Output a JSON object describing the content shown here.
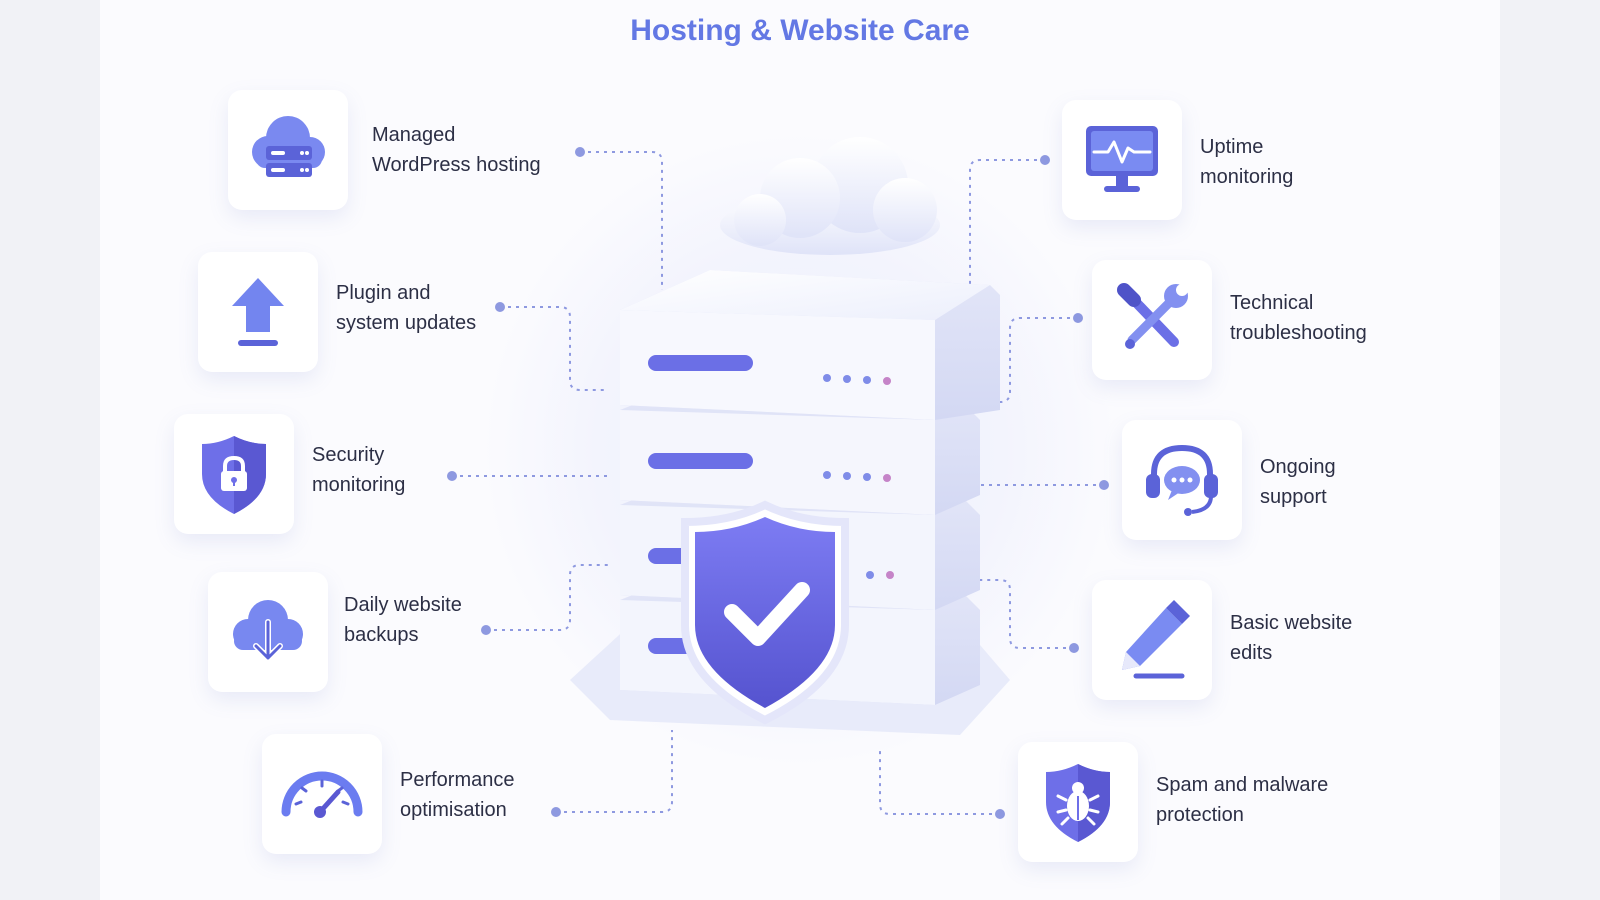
{
  "title": "Hosting & Website Care",
  "colors": {
    "accent": "#6378e4",
    "icon_primary": "#6b7cf0",
    "icon_dark": "#5a59c9",
    "tile_bg": "#ffffff",
    "text": "#2c2f45",
    "connector": "#8e99e0"
  },
  "services": [
    {
      "id": "managed-wordpress-hosting",
      "icon": "cloud-server-icon",
      "lines": [
        "Managed",
        "WordPress hosting"
      ]
    },
    {
      "id": "plugin-and-system-updates",
      "icon": "upload-arrow-icon",
      "lines": [
        "Plugin and",
        "system updates"
      ]
    },
    {
      "id": "security-monitoring",
      "icon": "shield-lock-icon",
      "lines": [
        "Security",
        "monitoring"
      ]
    },
    {
      "id": "daily-website-backups",
      "icon": "cloud-download-icon",
      "lines": [
        "Daily website",
        "backups"
      ]
    },
    {
      "id": "performance-optimisation",
      "icon": "speedometer-icon",
      "lines": [
        "Performance",
        "optimisation"
      ]
    },
    {
      "id": "uptime-monitoring",
      "icon": "monitor-heartbeat-icon",
      "lines": [
        "Uptime",
        "monitoring"
      ]
    },
    {
      "id": "technical-troubleshooting",
      "icon": "wrench-screwdriver-icon",
      "lines": [
        "Technical",
        "troubleshooting"
      ]
    },
    {
      "id": "ongoing-support",
      "icon": "headset-chat-icon",
      "lines": [
        "Ongoing",
        "support"
      ]
    },
    {
      "id": "basic-website-edits",
      "icon": "pencil-icon",
      "lines": [
        "Basic website",
        "edits"
      ]
    },
    {
      "id": "spam-and-malware-protection",
      "icon": "shield-bug-icon",
      "lines": [
        "Spam and malware",
        "protection"
      ]
    }
  ],
  "central_graphic": {
    "icon": "server-stack-shield-check-icon",
    "cloud": "cloud-icon"
  }
}
